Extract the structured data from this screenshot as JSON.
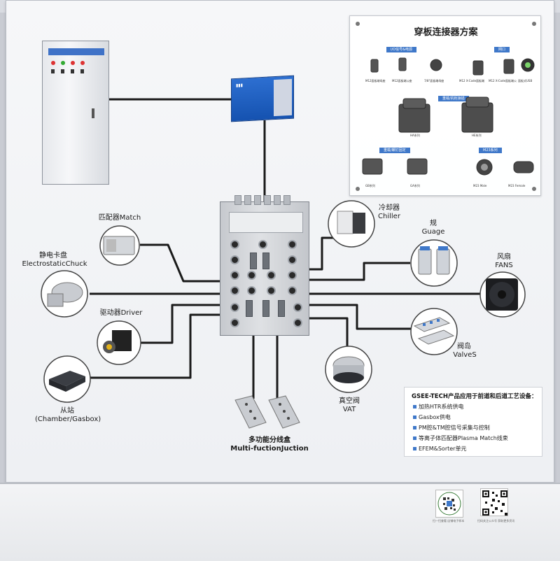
{
  "colors": {
    "brand": "#3f78c9",
    "wire": "#1a1a1a",
    "board": "#f3f4f6"
  },
  "connector_board": {
    "title": "穿板连接器方案",
    "groups": {
      "io_power": "I/O信号&电源",
      "ethernet": "网口",
      "heavy_duty": "重载/机柜接插",
      "heavy_fix": "重载/螺钉固定",
      "m23": "M23系列"
    },
    "items": [
      "M12面板端母座",
      "M12面板端公座",
      "7/8\"面板端母座",
      "M12 X-Code面板端",
      "M12 X-Code面板端公",
      "面板式USB",
      "HA系列",
      "HE系列",
      "GB系列",
      "GA系列",
      "M23 Male",
      "M23 Female"
    ]
  },
  "devices": {
    "match": "匹配器Match",
    "chuck_cn": "静电卡盘",
    "chuck_en": "ElectrostaticChuck",
    "driver": "驱动器Driver",
    "chamber_cn": "从站",
    "chamber_en": "(Chamber/Gasbox)",
    "junction_cn": "多功能分线盒",
    "junction_en": "Multi-fuctionJuction",
    "chiller_cn": "冷却器",
    "chiller_en": "Chiller",
    "guage_cn": "规",
    "guage_en": "Guage",
    "fans_cn": "风扇",
    "fans_en": "FANS",
    "valves_cn": "阀岛",
    "valves_en": "ValveS",
    "vat_cn": "真空阀",
    "vat_en": "VAT"
  },
  "info": {
    "title": "GSEE-TECH产品应用于前道和后道工艺设备：",
    "items": [
      "加热HTR系统供电",
      "Gasbox供电",
      "PM腔&TM腔信号采集与控制",
      "等离子体匹配器Plasma Match线束",
      "EFEM&Sorter单元"
    ]
  },
  "qr": {
    "left_caption": "扫一扫查看 店铺电子样本",
    "right_caption": "扫码关注公众号 获取更多资讯"
  }
}
